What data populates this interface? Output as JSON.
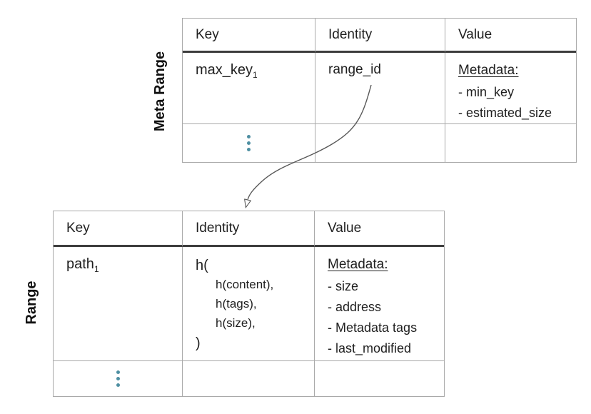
{
  "colors": {
    "background": "#ffffff",
    "table_border": "#a9a9a9",
    "header_rule": "#3d3d3d",
    "text": "#1f1f1f",
    "ellipsis_dot": "#4e8fa2",
    "arrow": "#585858"
  },
  "icons": {
    "row_ellipsis": "vertical-ellipsis",
    "arrow_style": "open-triangle-arrowhead"
  },
  "arrow": {
    "from": "range_id",
    "to": "Range"
  },
  "tables": [
    {
      "label": "Meta Range",
      "headers": [
        "Key",
        "Identity",
        "Value"
      ],
      "row": {
        "key_base": "max_key",
        "key_subscript": "1",
        "identity": "range_id",
        "value_heading": "Metadata:",
        "value_items": [
          "- min_key",
          "- estimated_size"
        ]
      }
    },
    {
      "label": "Range",
      "headers": [
        "Key",
        "Identity",
        "Value"
      ],
      "row": {
        "key_base": "path",
        "key_subscript": "1",
        "identity_open": "h(",
        "identity_args": [
          "h(content),",
          "h(tags),",
          "h(size),"
        ],
        "identity_close": ")",
        "value_heading": "Metadata:",
        "value_items": [
          "- size",
          "- address",
          "- Metadata tags",
          "- last_modified"
        ]
      }
    }
  ]
}
